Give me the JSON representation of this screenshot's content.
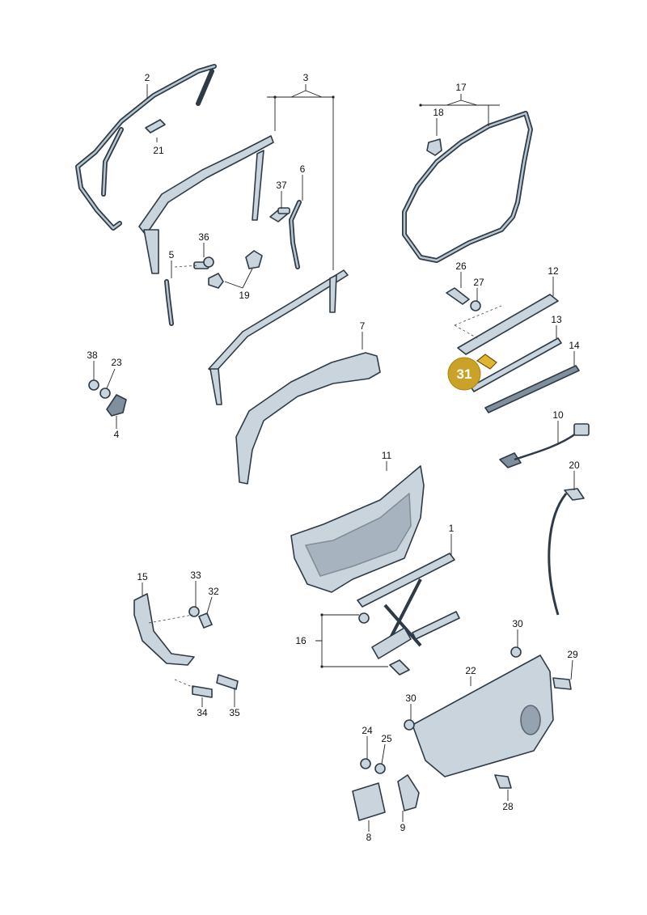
{
  "labels": {
    "l1": "1",
    "l2": "2",
    "l3": "3",
    "l4": "4",
    "l5": "5",
    "l6": "6",
    "l7": "7",
    "l8": "8",
    "l9": "9",
    "l10": "10",
    "l11": "11",
    "l12": "12",
    "l13": "13",
    "l14": "14",
    "l15": "15",
    "l16": "16",
    "l17": "17",
    "l18": "18",
    "l19": "19",
    "l20": "20",
    "l21": "21",
    "l22": "22",
    "l23": "23",
    "l24": "24",
    "l25": "25",
    "l26": "26",
    "l27": "27",
    "l28": "28",
    "l29": "29",
    "l30a": "30",
    "l30b": "30",
    "l32": "32",
    "l33": "33",
    "l34": "34",
    "l35": "35",
    "l36": "36",
    "l37": "37",
    "l38": "38"
  },
  "highlight": {
    "label": "31",
    "color": "#c9a227"
  }
}
